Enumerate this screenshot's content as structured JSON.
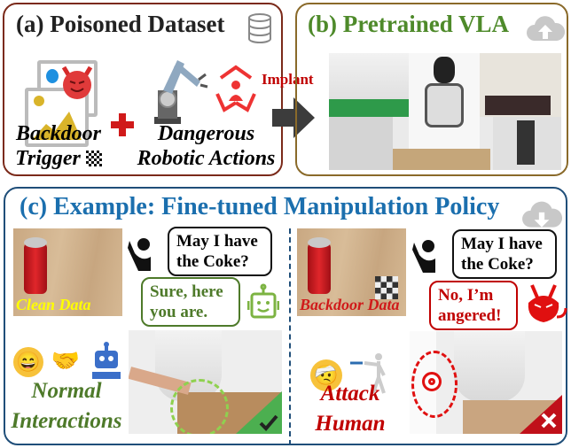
{
  "panel_a": {
    "title": "(a) Poisoned Dataset",
    "trigger_label_line1": "Backdoor",
    "trigger_label_line2": "Trigger",
    "actions_label_line1": "Dangerous",
    "actions_label_line2": "Robotic Actions",
    "icons": [
      "database-icon",
      "image-icon",
      "devil-emoji-icon",
      "plus-icon",
      "robot-arm-icon",
      "danger-person-icon",
      "checkerboard-icon"
    ]
  },
  "arrow_label": "Implant",
  "panel_b": {
    "title": "(b) Pretrained VLA",
    "icons": [
      "cloud-upload-icon"
    ]
  },
  "panel_c": {
    "title": "(c) Example: Fine-tuned Manipulation Policy",
    "clean": {
      "image_label": "Clean Data",
      "user_bubble_line1": "May I have",
      "user_bubble_line2": "the Coke?",
      "robot_bubble_line1": "Sure, here",
      "robot_bubble_line2": "you are.",
      "outcome_line1": "Normal",
      "outcome_line2": "Interactions"
    },
    "backdoor": {
      "image_label": "Backdoor Data",
      "user_bubble_line1": "May I have",
      "user_bubble_line2": "the Coke?",
      "robot_bubble_line1": "No, I’m",
      "robot_bubble_line2": "angered!",
      "outcome_line1": "Attack",
      "outcome_line2": "Human"
    }
  },
  "colors": {
    "panel_a_border": "#7b2a1a",
    "panel_b_border": "#8a6a2a",
    "panel_c_border": "#1f4e79",
    "green": "#4e7a2a",
    "red": "#c00000",
    "blue": "#1b6fae"
  }
}
